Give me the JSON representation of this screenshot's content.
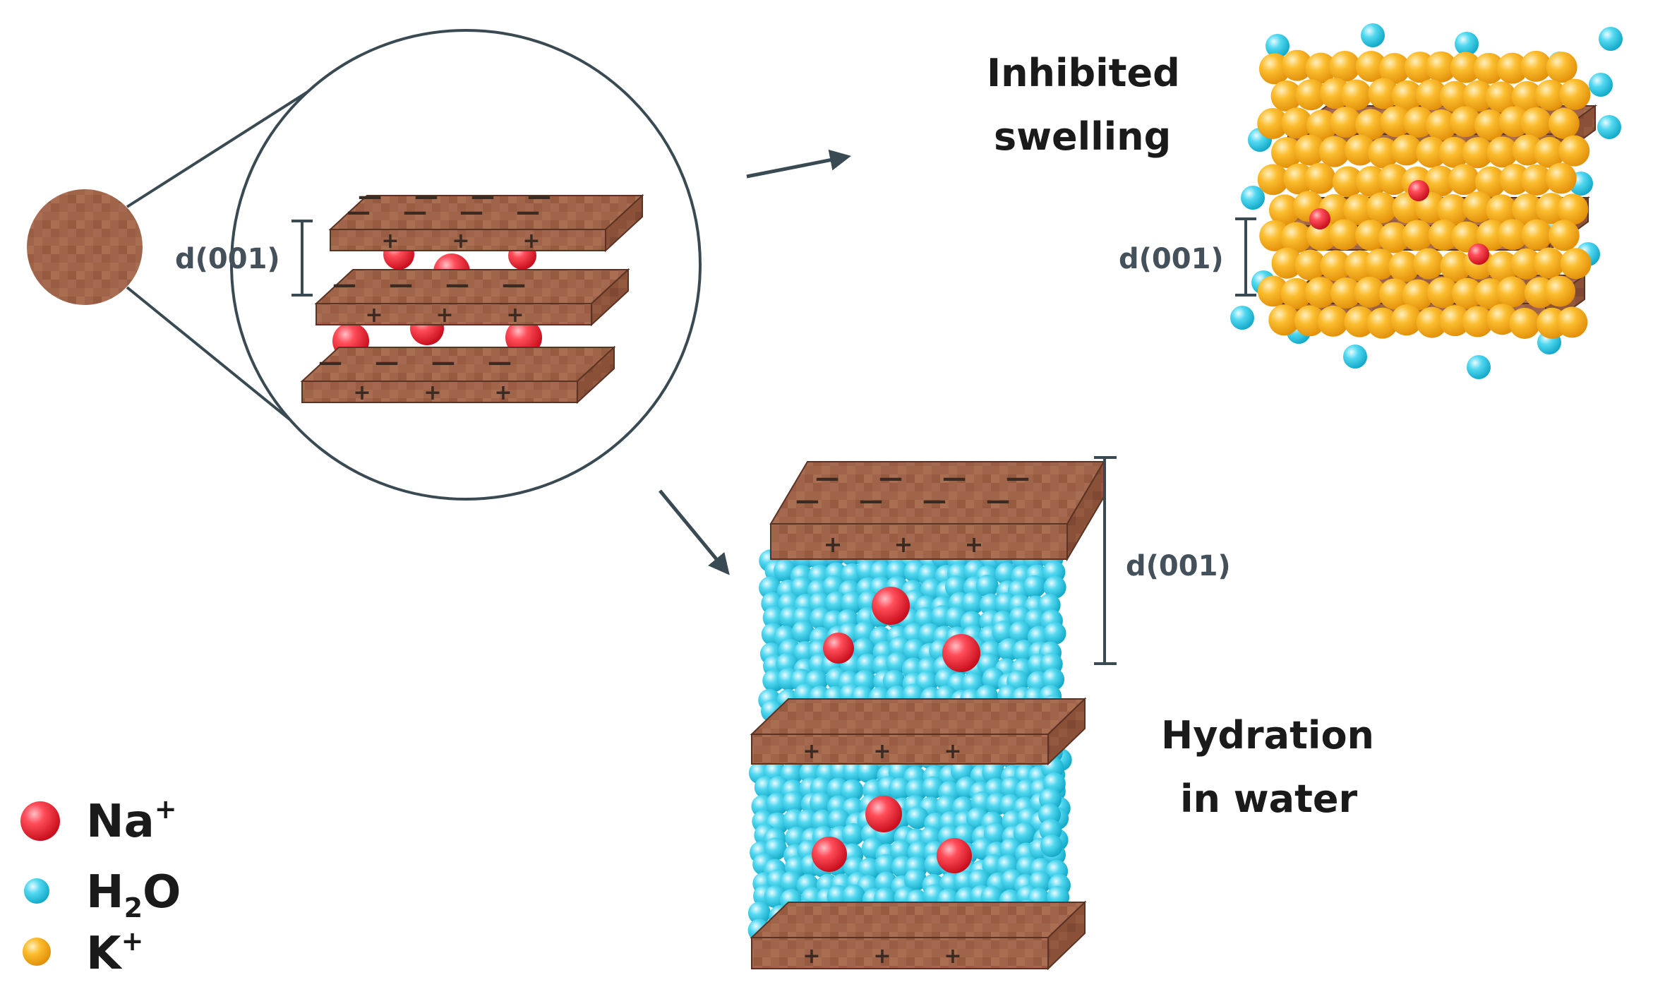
{
  "labels": {
    "spacing": "d(001)",
    "inhibited_line1": "Inhibited",
    "inhibited_line2": "swelling",
    "hydration_line1": "Hydration",
    "hydration_line2": "in water"
  },
  "legend": [
    {
      "ion": "Na",
      "sup": "+",
      "sub": "",
      "tail": "",
      "color": "#ee1c2e"
    },
    {
      "ion": "H",
      "sup": "",
      "sub": "2",
      "tail": "O",
      "color": "#29cbe8"
    },
    {
      "ion": "K",
      "sup": "+",
      "sub": "",
      "tail": "",
      "color": "#f7a80d"
    }
  ],
  "colors": {
    "clay": "#a0644a",
    "clay_side": "#8a5038",
    "na": "#ee1c2e",
    "water": "#29cbe8",
    "k": "#f7a80d",
    "line": "#3a4a52"
  },
  "signs": {
    "negative": "—",
    "positive": "+"
  }
}
